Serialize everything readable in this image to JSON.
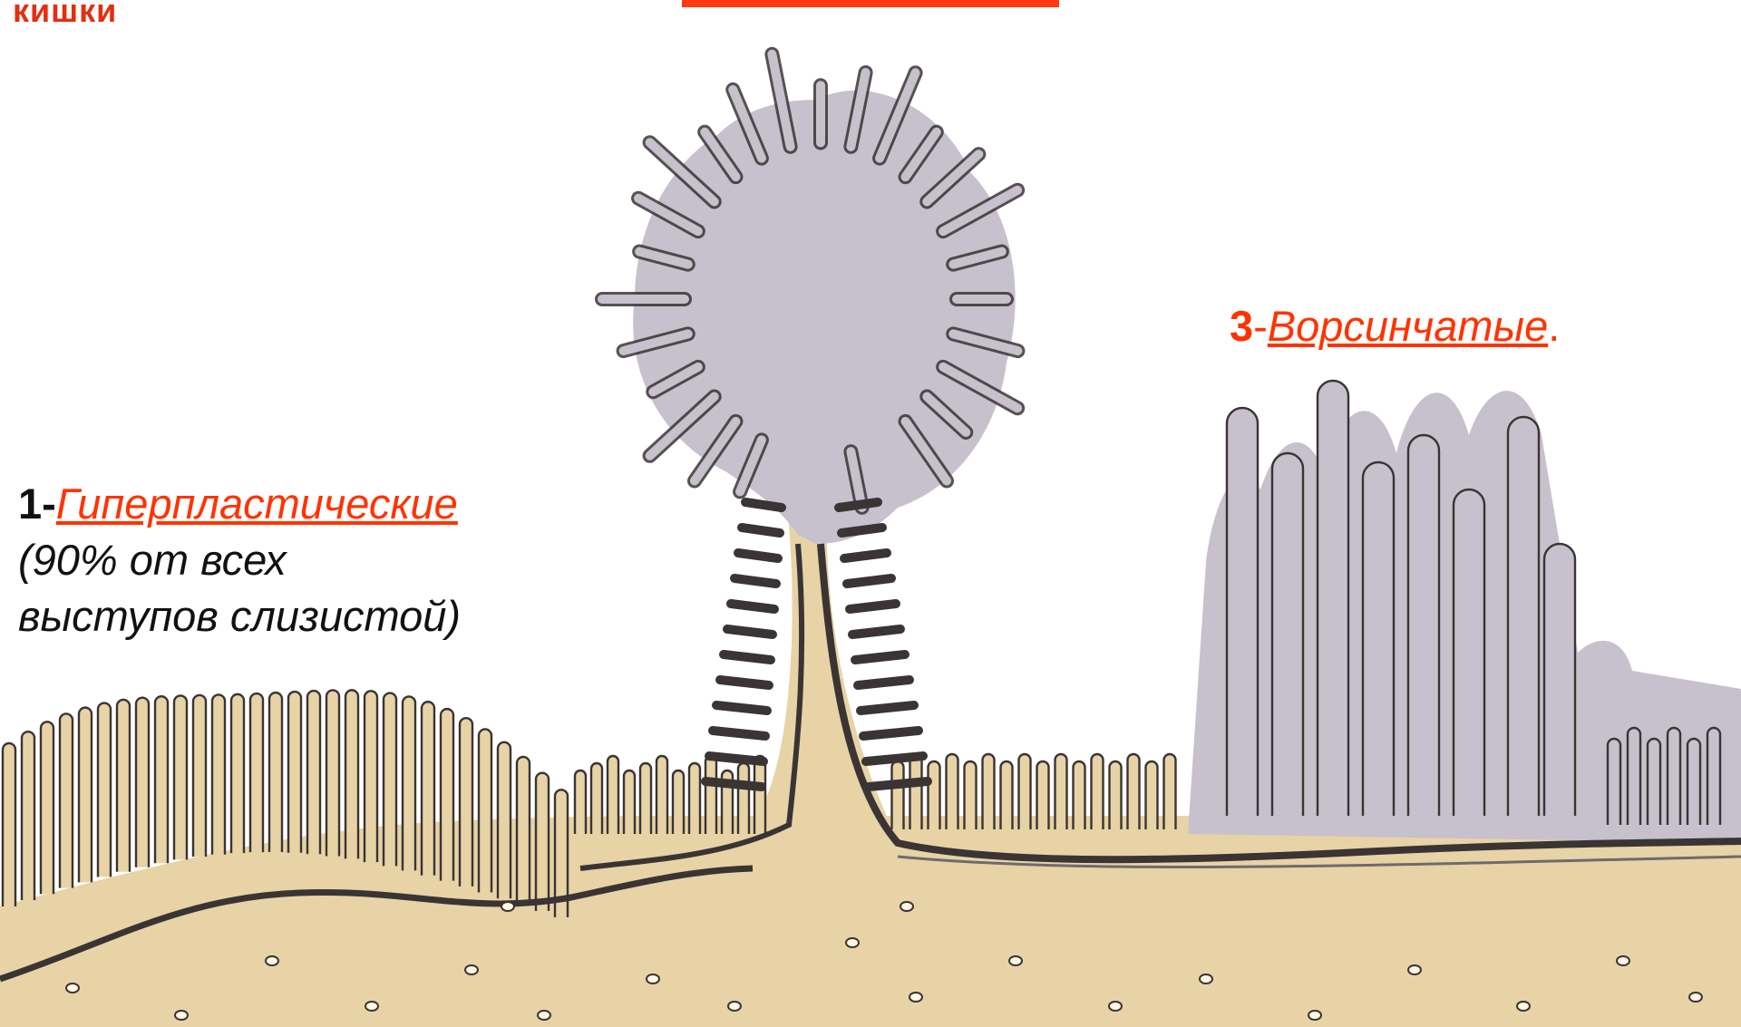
{
  "heading_fragment": "кишки",
  "labels": {
    "type1": {
      "number": "1-",
      "name": "Гиперпластические",
      "note_line1": "(90% от всех",
      "note_line2": "выступов слизистой)"
    },
    "type3": {
      "number": "3",
      "dash": "-",
      "name": "Ворсинчатые",
      "period": "."
    }
  },
  "colors": {
    "accent_red": "#ff3300",
    "stroma": "#e8d3a6",
    "mucosa_gray": "#c6c1cc",
    "outline": "#3a3434"
  }
}
